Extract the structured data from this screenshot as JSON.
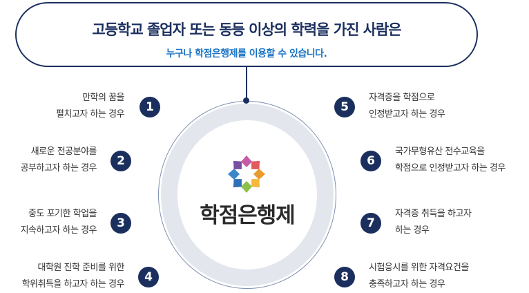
{
  "header": {
    "title": "고등학교 졸업자 또는 동등 이상의 학력을 가진 사람은",
    "subtitle": "누구나 학점은행제를 이용할 수 있습니다."
  },
  "center": {
    "brand": "학점은행제",
    "petal_colors": [
      "#c75aa6",
      "#e05a5e",
      "#e99b2e",
      "#f5b83c",
      "#8cc04a",
      "#2f6fb8",
      "#3d86c8",
      "#7a4ea0"
    ]
  },
  "items": [
    {
      "num": "1",
      "line1": "만학의 꿈을",
      "line2": "펼치고자 하는 경우"
    },
    {
      "num": "2",
      "line1": "새로운 전공분야를",
      "line2": "공부하고자 하는 경우"
    },
    {
      "num": "3",
      "line1": "중도 포기한 학업을",
      "line2": "지속하고자 하는 경우"
    },
    {
      "num": "4",
      "line1": "대학원 진학 준비를 위한",
      "line2": "학위취득을 하고자 하는 경우"
    },
    {
      "num": "5",
      "line1": "자격증을 학점으로",
      "line2": "인정받고자 하는 경우"
    },
    {
      "num": "6",
      "line1": "국가무형유산 전수교육을",
      "line2": "학점으로 인정받고자 하는 경우"
    },
    {
      "num": "7",
      "line1": "자격증 취득을 하고자",
      "line2": "하는 경우"
    },
    {
      "num": "8",
      "line1": "시험응시를 위한 자격요건을",
      "line2": "충족하고자 하는 경우"
    }
  ]
}
